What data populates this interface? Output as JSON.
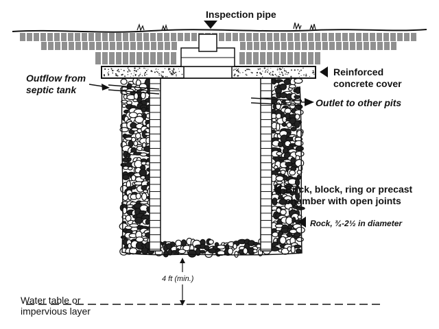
{
  "labels": {
    "inspection_pipe": "Inspection pipe",
    "reinforced_cover": [
      "Reinforced",
      "concrete cover"
    ],
    "outflow": [
      "Outflow from",
      "septic tank"
    ],
    "outlet": "Outlet to other pits",
    "chamber": [
      "Brick, block, ring or precast",
      "chamber with open joints"
    ],
    "rock": "Rock, ¾-2½ in diameter",
    "depth": "4 ft (min.)",
    "water_table": [
      "Water table or",
      "impervious layer"
    ]
  }
}
